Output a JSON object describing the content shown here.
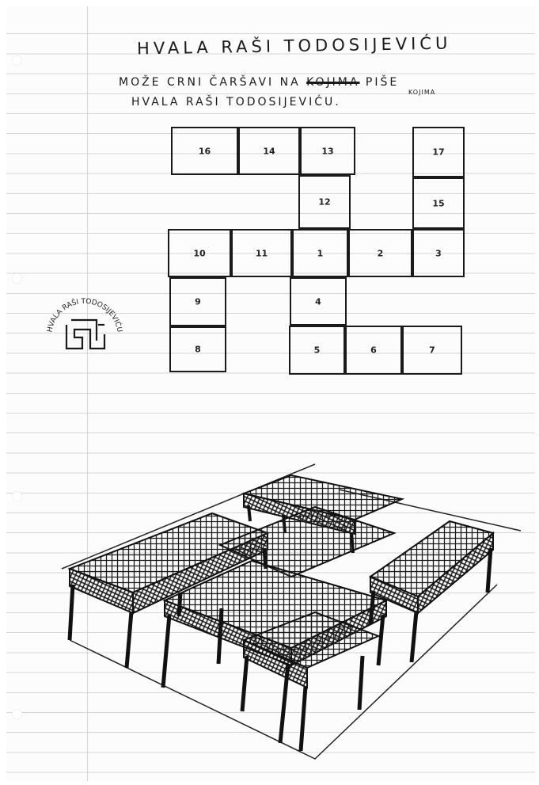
{
  "title": "HVALA RAŠI TODOSIJEVIĆU",
  "line1": {
    "before": "MOŽE CRNI ČARŠAVI NA",
    "struck": "KOJIMA",
    "after": "PIŠE"
  },
  "insertion": "KOJIMA",
  "line2": "HVALA RAŠI TODOSIJEVIĆU.",
  "grid_cells": [
    "16",
    "14",
    "13",
    "17",
    "12",
    "15",
    "10",
    "11",
    "1",
    "2",
    "3",
    "9",
    "4",
    "8",
    "5",
    "6",
    "7"
  ],
  "seal_text": "HVALA RAŠI TODOSIJEVIĆU"
}
